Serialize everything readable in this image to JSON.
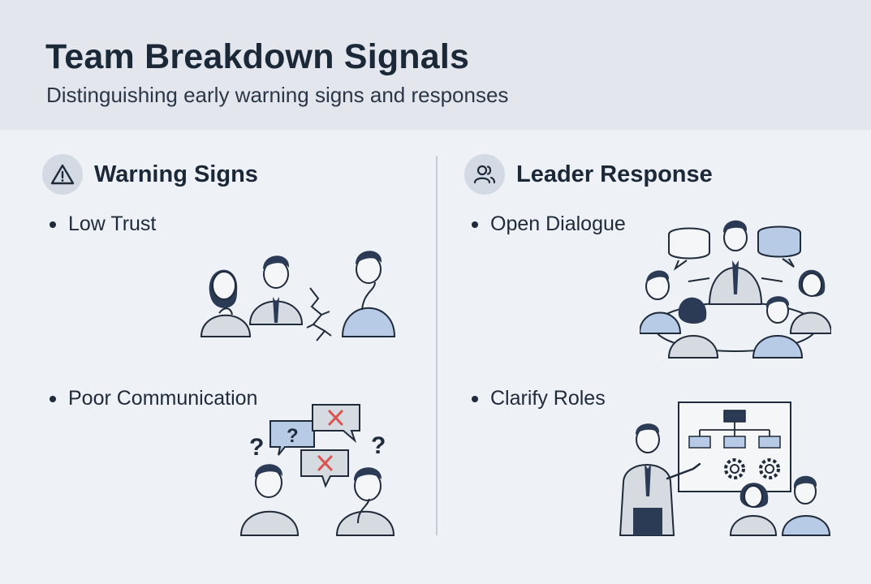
{
  "header": {
    "title": "Team Breakdown Signals",
    "subtitle": "Distinguishing early warning signs and responses"
  },
  "columns": [
    {
      "title": "Warning Signs",
      "icon": "warning-triangle-icon",
      "items": [
        {
          "label": "Low Trust",
          "illustration": "distrustful-coworkers-illustration"
        },
        {
          "label": "Poor Communication",
          "illustration": "confused-conversation-illustration"
        }
      ]
    },
    {
      "title": "Leader Response",
      "icon": "people-icon",
      "items": [
        {
          "label": "Open Dialogue",
          "illustration": "round-table-discussion-illustration"
        },
        {
          "label": "Clarify Roles",
          "illustration": "org-chart-presentation-illustration"
        }
      ]
    }
  ],
  "colors": {
    "background": "#eef1f5",
    "header_band": "#e3e7ed",
    "text": "#1b2838",
    "icon_circle": "#d3dae4",
    "accent_blue": "#b8cbe6",
    "navy": "#2b3a55",
    "warning_red": "#d9534f"
  },
  "illustration_text": {
    "question_mark": "?",
    "cross_mark": "✕"
  }
}
